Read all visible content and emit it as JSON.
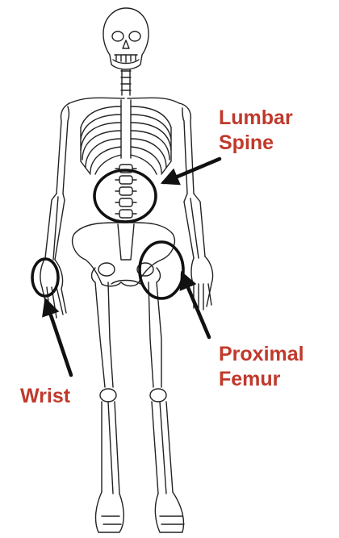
{
  "diagram": {
    "labels": {
      "lumbar_spine": {
        "line1": "Lumbar",
        "line2": "Spine"
      },
      "proximal_femur": {
        "line1": "Proximal",
        "line2": "Femur"
      },
      "wrist": {
        "line1": "Wrist"
      }
    },
    "colors": {
      "label_text": "#c0392b",
      "markers": "#111111",
      "skeleton_outline": "#222222",
      "background": "#ffffff"
    },
    "icons": {
      "figure": "human-skeleton-icon",
      "region_marker": "circle-highlight",
      "pointer": "arrow-pointer"
    }
  }
}
